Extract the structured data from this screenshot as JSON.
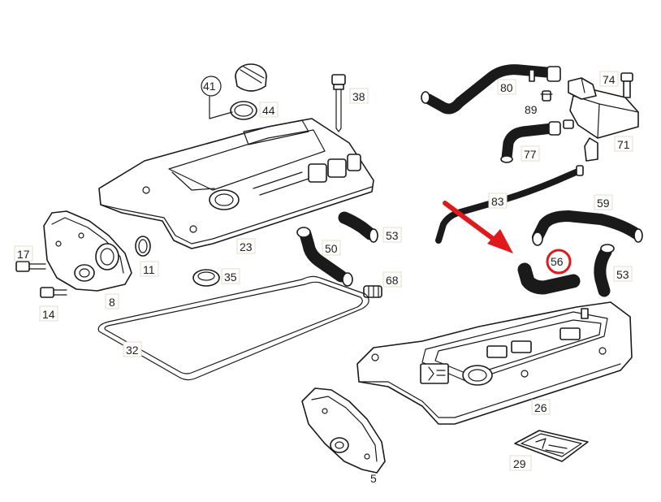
{
  "labels": {
    "l41": "41",
    "l44": "44",
    "l38": "38",
    "l80": "80",
    "l89": "89",
    "l74": "74",
    "l71": "71",
    "l77": "77",
    "l23": "23",
    "l53a": "53",
    "l50": "50",
    "l83": "83",
    "l59": "59",
    "l56": "56",
    "l53b": "53",
    "l17": "17",
    "l11": "11",
    "l35": "35",
    "l68": "68",
    "l14": "14",
    "l8": "8",
    "l32": "32",
    "l26": "26",
    "l29": "29",
    "l5": "5"
  },
  "colors": {
    "highlight_part": "#ffe600",
    "callout_ring": "#e0191c",
    "arrow": "#e0191c",
    "line": "#1a1a1a"
  },
  "icons": {
    "pointer": "red-arrow-icon",
    "callout": "red-circle-icon"
  }
}
